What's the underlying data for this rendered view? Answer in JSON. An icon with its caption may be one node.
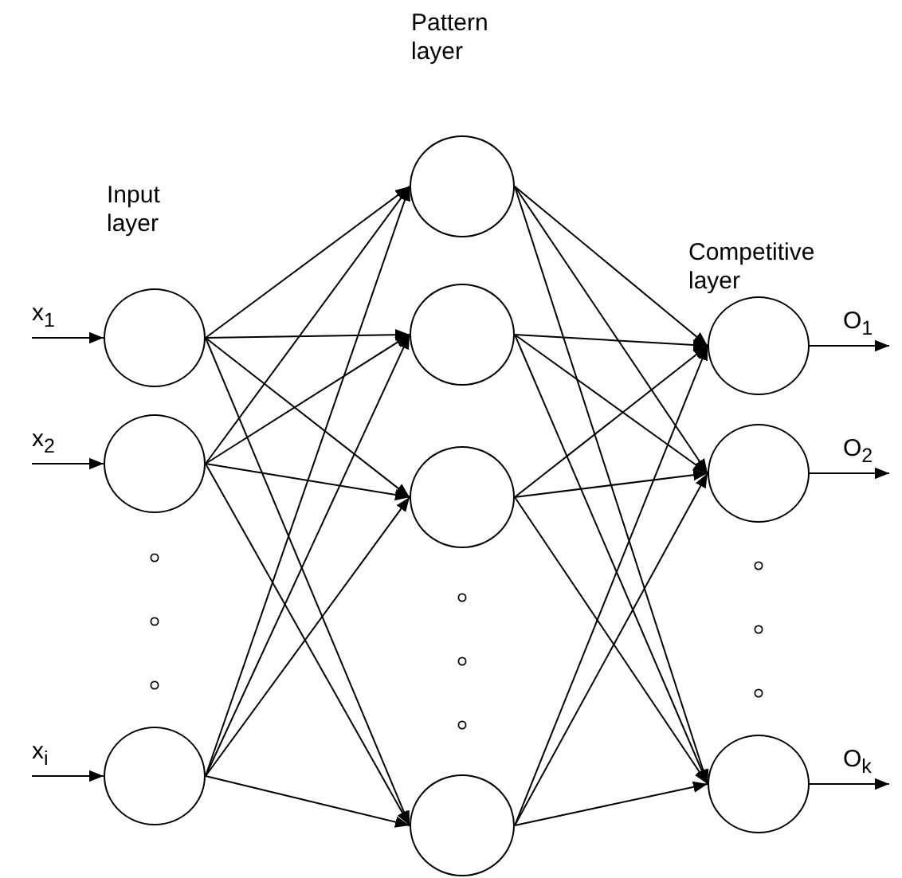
{
  "diagram": {
    "nodes": [
      {
        "text": [],
        "shape": "circle"
      },
      {
        "text": [],
        "shape": "circle"
      },
      {
        "text": [],
        "shape": "circle"
      },
      {
        "text": [],
        "shape": "circle"
      },
      {
        "text": [],
        "shape": "circle"
      },
      {
        "text": [],
        "shape": "circle"
      },
      {
        "text": [],
        "shape": "circle"
      },
      {
        "text": [],
        "shape": "circle"
      },
      {
        "text": [],
        "shape": "circle"
      },
      {
        "text": [],
        "shape": "circle"
      }
    ],
    "edges": [
      {
        "from": null,
        "to": 0,
        "arrow": "to",
        "label": "x$_{1}$"
      },
      {
        "from": null,
        "to": 1,
        "arrow": "to",
        "label": "x$_{2}$"
      },
      {
        "from": null,
        "to": 2,
        "arrow": "to",
        "label": "x$_{i}$"
      },
      {
        "from": 0,
        "to": 3,
        "arrow": "to"
      },
      {
        "from": 0,
        "to": 4,
        "arrow": "to"
      },
      {
        "from": 0,
        "to": 5,
        "arrow": "to"
      },
      {
        "from": 0,
        "to": 6,
        "arrow": "to"
      },
      {
        "from": 1,
        "to": 3,
        "arrow": "to"
      },
      {
        "from": 1,
        "to": 4,
        "arrow": "to"
      },
      {
        "from": 1,
        "to": 5,
        "arrow": "to"
      },
      {
        "from": 1,
        "to": 6,
        "arrow": "to"
      },
      {
        "from": 2,
        "to": 3,
        "arrow": "to"
      },
      {
        "from": 2,
        "to": 4,
        "arrow": "to"
      },
      {
        "from": 2,
        "to": 5,
        "arrow": "to"
      },
      {
        "from": 2,
        "to": 6,
        "arrow": "to"
      },
      {
        "from": 3,
        "to": 7,
        "arrow": "to"
      },
      {
        "from": 3,
        "to": 8,
        "arrow": "to"
      },
      {
        "from": 3,
        "to": 9,
        "arrow": "to"
      },
      {
        "from": 4,
        "to": 7,
        "arrow": "to"
      },
      {
        "from": 4,
        "to": 8,
        "arrow": "to"
      },
      {
        "from": 4,
        "to": 9,
        "arrow": "to"
      },
      {
        "from": 5,
        "to": 7,
        "arrow": "to"
      },
      {
        "from": 5,
        "to": 8,
        "arrow": "to"
      },
      {
        "from": 5,
        "to": 9,
        "arrow": "to"
      },
      {
        "from": 6,
        "to": 7,
        "arrow": "to"
      },
      {
        "from": 6,
        "to": 8,
        "arrow": "to"
      },
      {
        "from": 6,
        "to": 9,
        "arrow": "to"
      },
      {
        "from": 7,
        "to": null,
        "arrow": "to",
        "label": "O$_{1}$"
      },
      {
        "from": 8,
        "to": null,
        "arrow": "to",
        "label": "O$_{2}$"
      },
      {
        "from": 9,
        "to": null,
        "arrow": "to",
        "label": "O$_{k}$"
      }
    ],
    "labels": [
      "Pattern layer",
      "Input layer",
      "Competitive layer"
    ]
  }
}
